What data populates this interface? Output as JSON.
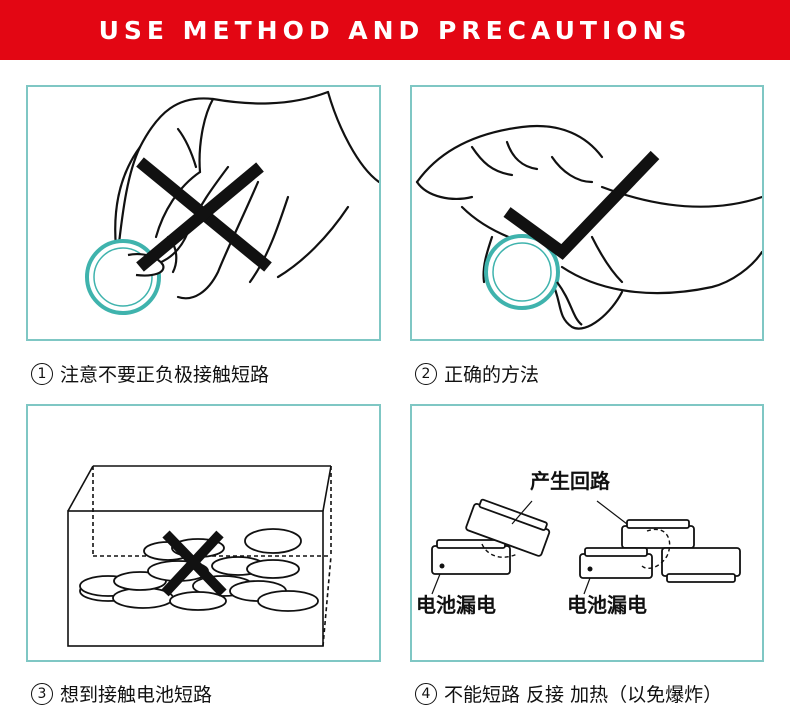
{
  "header": {
    "title": "USE METHOD AND PRECAUTIONS"
  },
  "panels": [
    {
      "number": "1",
      "caption": "注意不要正负极接触短路"
    },
    {
      "number": "2",
      "caption": "正确的方法"
    },
    {
      "number": "3",
      "caption": "想到接触电池短路"
    },
    {
      "number": "4",
      "caption": "不能短路 反接 加热（以免爆炸）",
      "labels": {
        "circuit": "产生回路",
        "leak_left": "电池漏电",
        "leak_right": "电池漏电"
      }
    }
  ],
  "colors": {
    "banner": "#e30613",
    "panel_border": "#7fc7c4",
    "battery_ring": "#3fb3ad"
  }
}
